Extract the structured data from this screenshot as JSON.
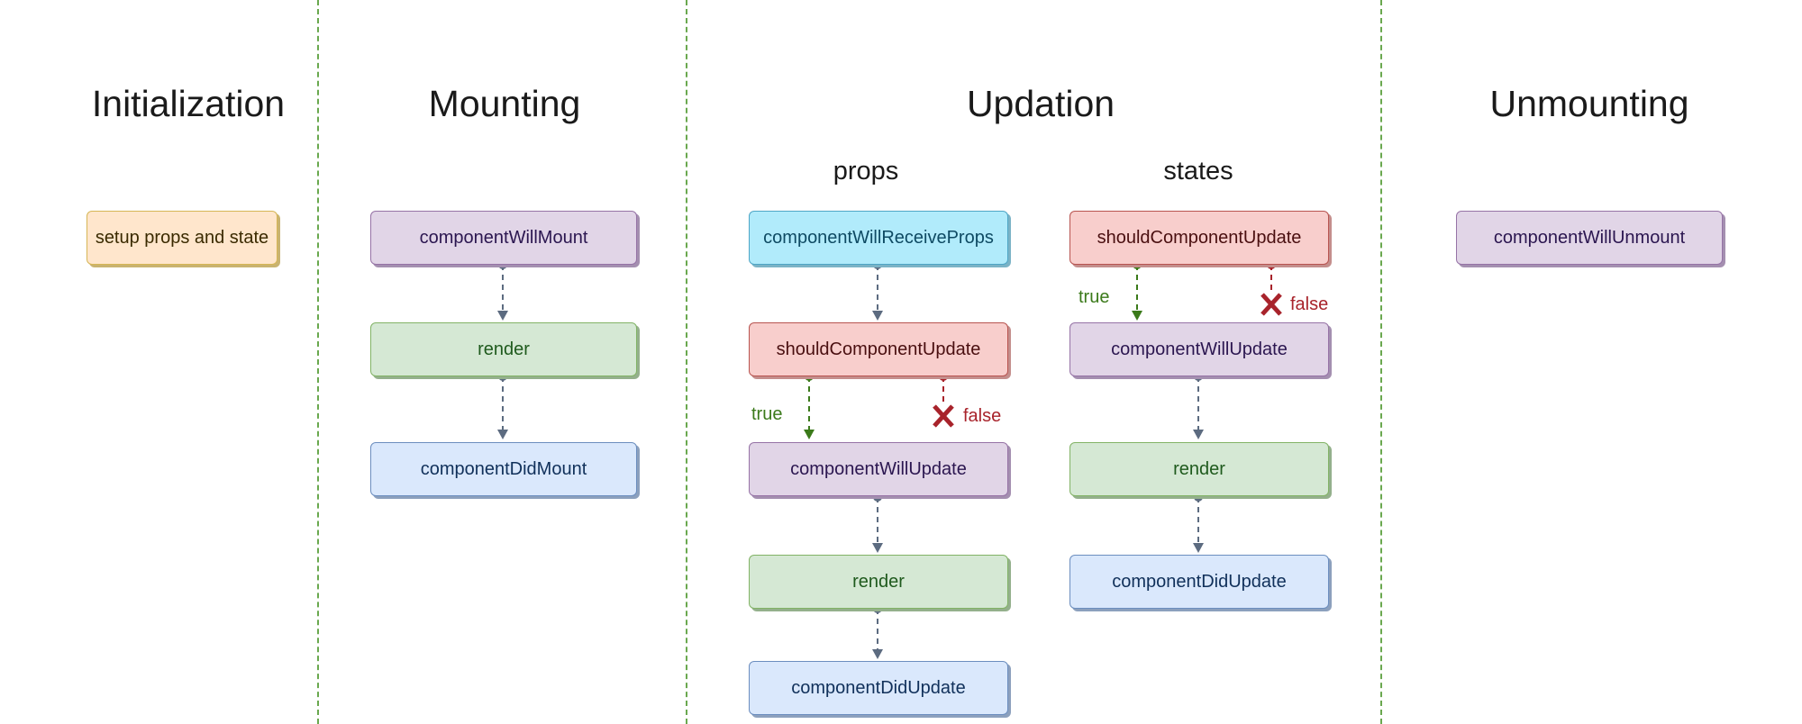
{
  "colors": {
    "divider": "#6aa84f",
    "connector": "#5c6b80",
    "true": "#3b7a1a",
    "false": "#a8232b"
  },
  "phases": {
    "initialization": "Initialization",
    "mounting": "Mounting",
    "updation": "Updation",
    "unmounting": "Unmounting"
  },
  "subheadings": {
    "props": "props",
    "states": "states"
  },
  "initialization": {
    "setup": "setup props and state"
  },
  "mounting": {
    "will_mount": "componentWillMount",
    "render": "render",
    "did_mount": "componentDidMount"
  },
  "updation_props": {
    "will_receive_props": "componentWillReceiveProps",
    "should_update": "shouldComponentUpdate",
    "true_label": "true",
    "false_label": "false",
    "will_update": "componentWillUpdate",
    "render": "render",
    "did_update": "componentDidUpdate"
  },
  "updation_states": {
    "should_update": "shouldComponentUpdate",
    "true_label": "true",
    "false_label": "false",
    "will_update": "componentWillUpdate",
    "render": "render",
    "did_update": "componentDidUpdate"
  },
  "unmounting": {
    "will_unmount": "componentWillUnmount"
  }
}
